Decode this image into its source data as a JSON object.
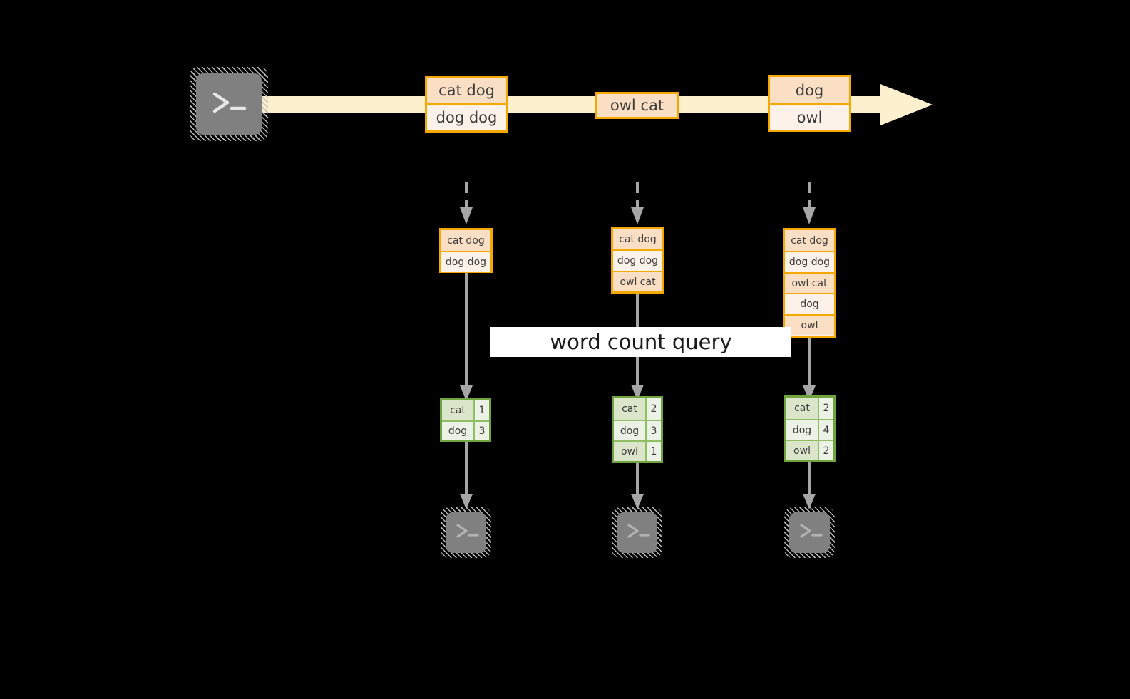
{
  "diagram": {
    "title": "word count query",
    "colors": {
      "orange_border": "#F5A800",
      "cell_dark": "#FBDFC5",
      "cell_light": "#FDF2EA",
      "arrow_band": "#FDF0CE",
      "green_border": "#6FA43F",
      "green_word_cell": "#DAE5CA",
      "green_count_cell": "#EDF2E6",
      "connector_gray": "#A6A6A6",
      "terminal_gray": "#808080",
      "background": "#000000",
      "label_band": "#FFFFFF"
    },
    "source_icon": "terminal-icon",
    "stream": {
      "icon_name": "terminal-icon",
      "batches": [
        {
          "name": "batch-1",
          "lines": [
            "cat dog",
            "dog dog"
          ]
        },
        {
          "name": "batch-2",
          "lines": [
            "owl cat"
          ]
        },
        {
          "name": "batch-3",
          "lines": [
            "dog",
            "owl"
          ]
        }
      ]
    },
    "columns": [
      {
        "name": "column-1",
        "input_table": {
          "rows": [
            "cat dog",
            "dog dog"
          ]
        },
        "result_table": {
          "rows": [
            {
              "word": "cat",
              "count": "1"
            },
            {
              "word": "dog",
              "count": "3"
            }
          ]
        },
        "sink_icon": "terminal-icon"
      },
      {
        "name": "column-2",
        "input_table": {
          "rows": [
            "cat dog",
            "dog dog",
            "owl cat"
          ]
        },
        "result_table": {
          "rows": [
            {
              "word": "cat",
              "count": "2"
            },
            {
              "word": "dog",
              "count": "3"
            },
            {
              "word": "owl",
              "count": "1"
            }
          ]
        },
        "sink_icon": "terminal-icon"
      },
      {
        "name": "column-3",
        "input_table": {
          "rows": [
            "cat dog",
            "dog dog",
            "owl cat",
            "dog",
            "owl"
          ]
        },
        "result_table": {
          "rows": [
            {
              "word": "cat",
              "count": "2"
            },
            {
              "word": "dog",
              "count": "4"
            },
            {
              "word": "owl",
              "count": "2"
            }
          ]
        },
        "sink_icon": "terminal-icon"
      }
    ]
  }
}
